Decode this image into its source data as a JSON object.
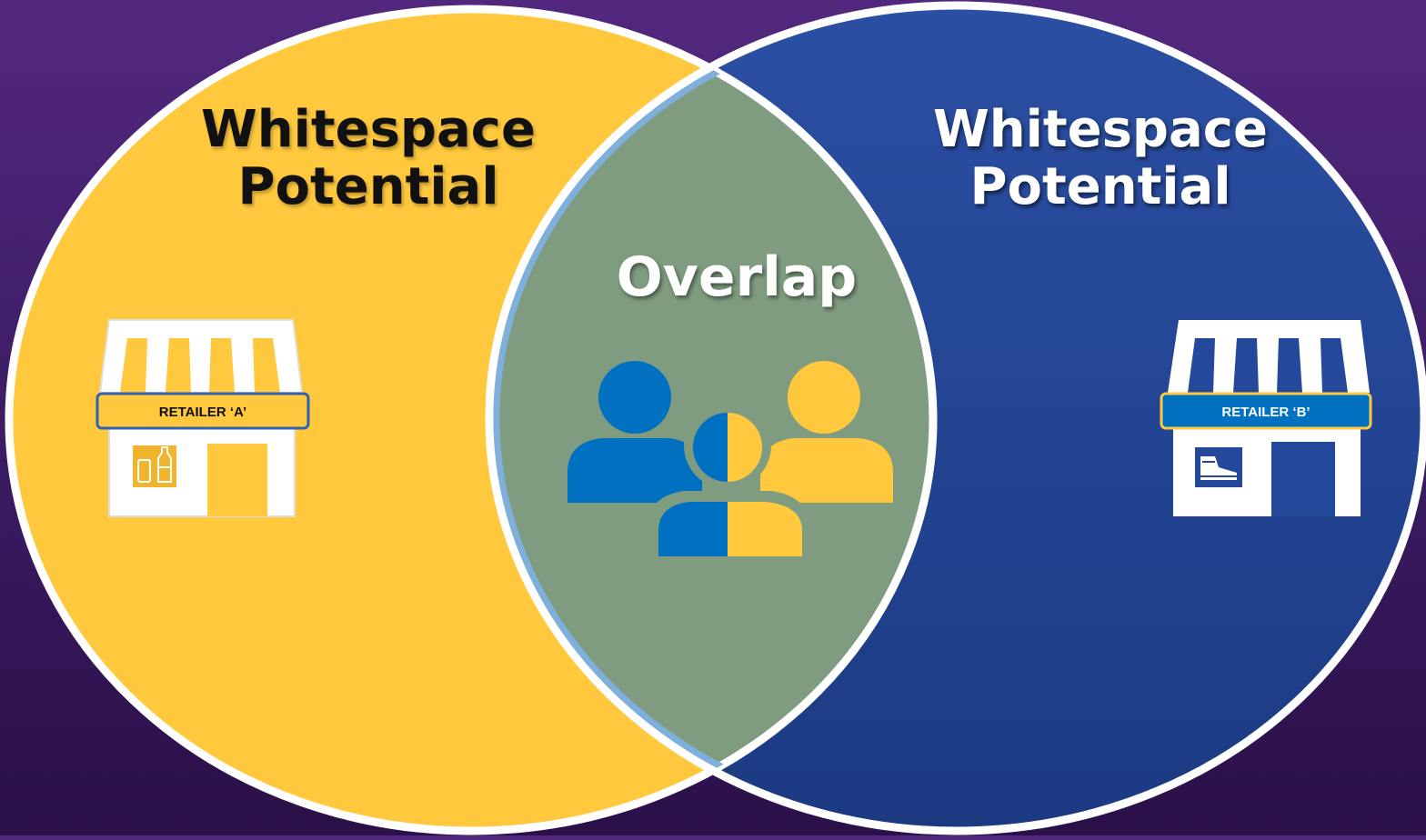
{
  "diagram": {
    "left_set": {
      "title_line1": "Whitespace",
      "title_line2": "Potential",
      "color": "#ffc83d"
    },
    "right_set": {
      "title_line1": "Whitespace",
      "title_line2": "Potential",
      "color": "#24489a"
    },
    "overlap": {
      "title": "Overlap",
      "color": "#7f9c80",
      "icon": "people-group-icon"
    },
    "left_store": {
      "sign": "RETAILER ‘A’",
      "icon": "store-icon",
      "product_icon": "beverages-icon"
    },
    "right_store": {
      "sign": "RETAILER ‘B’",
      "icon": "store-icon",
      "product_icon": "shoe-icon"
    }
  },
  "colors": {
    "background": "#3f1d66",
    "people_blue": "#0070c0",
    "people_yellow": "#ffc83d",
    "outline": "#ffffff"
  }
}
